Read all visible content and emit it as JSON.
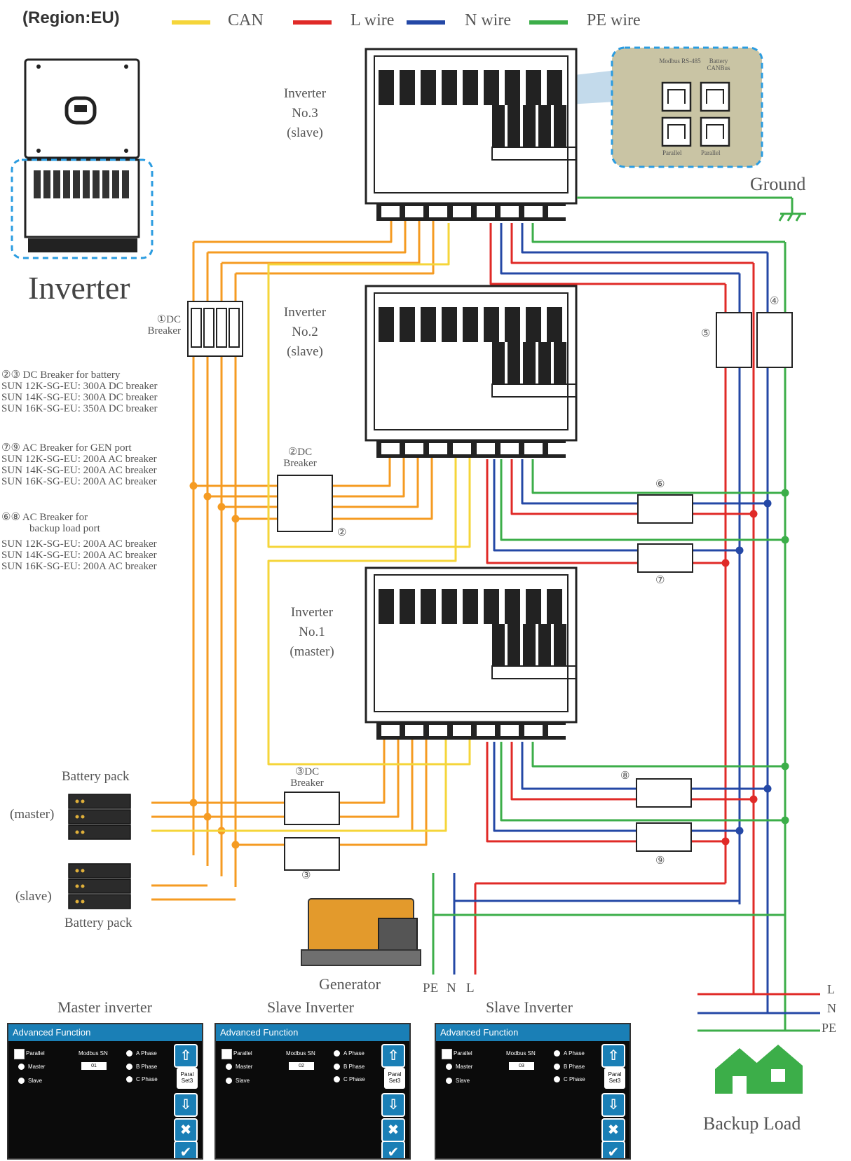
{
  "region": "(Region:EU)",
  "legend": [
    {
      "label": "CAN",
      "color": "#f5d53a"
    },
    {
      "label": "L wire",
      "color": "#e02a27"
    },
    {
      "label": "N wire",
      "color": "#2448a6"
    },
    {
      "label": "PE wire",
      "color": "#3cae49"
    }
  ],
  "colors": {
    "dc": "#f59b22",
    "can": "#f5d53a",
    "l": "#e02a27",
    "n": "#2448a6",
    "pe": "#3cae49",
    "highlight": "#2b9ce0",
    "port_box": "#c9c4a4"
  },
  "inverter_thumb": {
    "title": "Inverter"
  },
  "port_box": {
    "top_left": "Modbus RS-485",
    "top_right": "Battery CANBus",
    "bottom_left": "Parallel",
    "bottom_right": "Parallel"
  },
  "ground": "Ground",
  "inverters": [
    {
      "line1": "Inverter",
      "line2": "No.3",
      "line3": "(slave)"
    },
    {
      "line1": "Inverter",
      "line2": "No.2",
      "line3": "(slave)"
    },
    {
      "line1": "Inverter",
      "line2": "No.1",
      "line3": "(master)"
    }
  ],
  "breaker_labels": {
    "dc1": "①DC Breaker",
    "dc2": "②DC Breaker",
    "dc2_mark": "②",
    "dc3": "③DC Breaker",
    "dc3_mark": "③",
    "m4": "④",
    "m5": "⑤",
    "m6": "⑥",
    "m7": "⑦",
    "m8": "⑧",
    "m9": "⑨"
  },
  "notes": {
    "battery_breaker": [
      "②③ DC Breaker for battery",
      "SUN 12K-SG-EU: 300A DC breaker",
      "SUN 14K-SG-EU: 300A DC breaker",
      "SUN 16K-SG-EU: 350A DC breaker"
    ],
    "gen_breaker": [
      "⑦⑨ AC Breaker for GEN port",
      "SUN 12K-SG-EU: 200A AC breaker",
      "SUN 14K-SG-EU: 200A AC breaker",
      "SUN 16K-SG-EU: 200A AC breaker"
    ],
    "load_breaker": [
      "⑥⑧ AC Breaker for",
      "backup load port",
      "SUN 12K-SG-EU: 200A AC breaker",
      "SUN 14K-SG-EU: 200A AC breaker",
      "SUN 16K-SG-EU: 200A AC breaker"
    ]
  },
  "battery": {
    "top_label": "Battery pack",
    "master": "(master)",
    "slave": "(slave)",
    "bottom_label": "Battery pack"
  },
  "generator": {
    "label": "Generator",
    "pe": "PE",
    "n": "N",
    "l": "L"
  },
  "load": {
    "l": "L",
    "n": "N",
    "pe": "PE",
    "label": "Backup Load"
  },
  "panels": [
    {
      "caption": "Master inverter",
      "title": "Advanced Function",
      "parallel": "Parallel",
      "master": "Master",
      "slave": "Slave",
      "modbus": "Modbus SN",
      "sn": "01",
      "a": "A Phase",
      "b": "B Phase",
      "c": "C Phase",
      "side": "Paral Set3"
    },
    {
      "caption": "Slave Inverter",
      "title": "Advanced Function",
      "parallel": "Parallel",
      "master": "Master",
      "slave": "Slave",
      "modbus": "Modbus SN",
      "sn": "02",
      "a": "A Phase",
      "b": "B Phase",
      "c": "C Phase",
      "side": "Paral Set3"
    },
    {
      "caption": "Slave Inverter",
      "title": "Advanced Function",
      "parallel": "Parallel",
      "master": "Master",
      "slave": "Slave",
      "modbus": "Modbus SN",
      "sn": "03",
      "a": "A Phase",
      "b": "B Phase",
      "c": "C Phase",
      "side": "Paral Set3"
    }
  ]
}
